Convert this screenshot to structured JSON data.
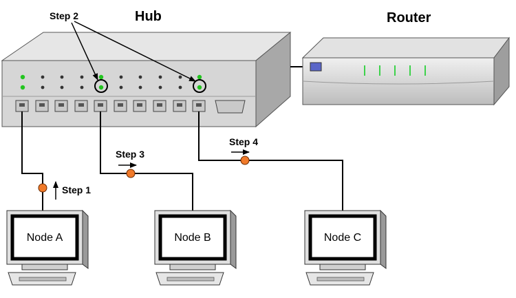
{
  "devices": {
    "hub_label": "Hub",
    "router_label": "Router"
  },
  "nodes": [
    {
      "label": "Node A"
    },
    {
      "label": "Node B"
    },
    {
      "label": "Node C"
    }
  ],
  "steps": {
    "step1": "Step 1",
    "step2": "Step 2",
    "step3": "Step 3",
    "step4": "Step 4"
  },
  "colors": {
    "packet": "#f07a2a",
    "led_green": "#23c420",
    "hub_body": "#d6d6d6",
    "router_led": "#3cd24a"
  }
}
